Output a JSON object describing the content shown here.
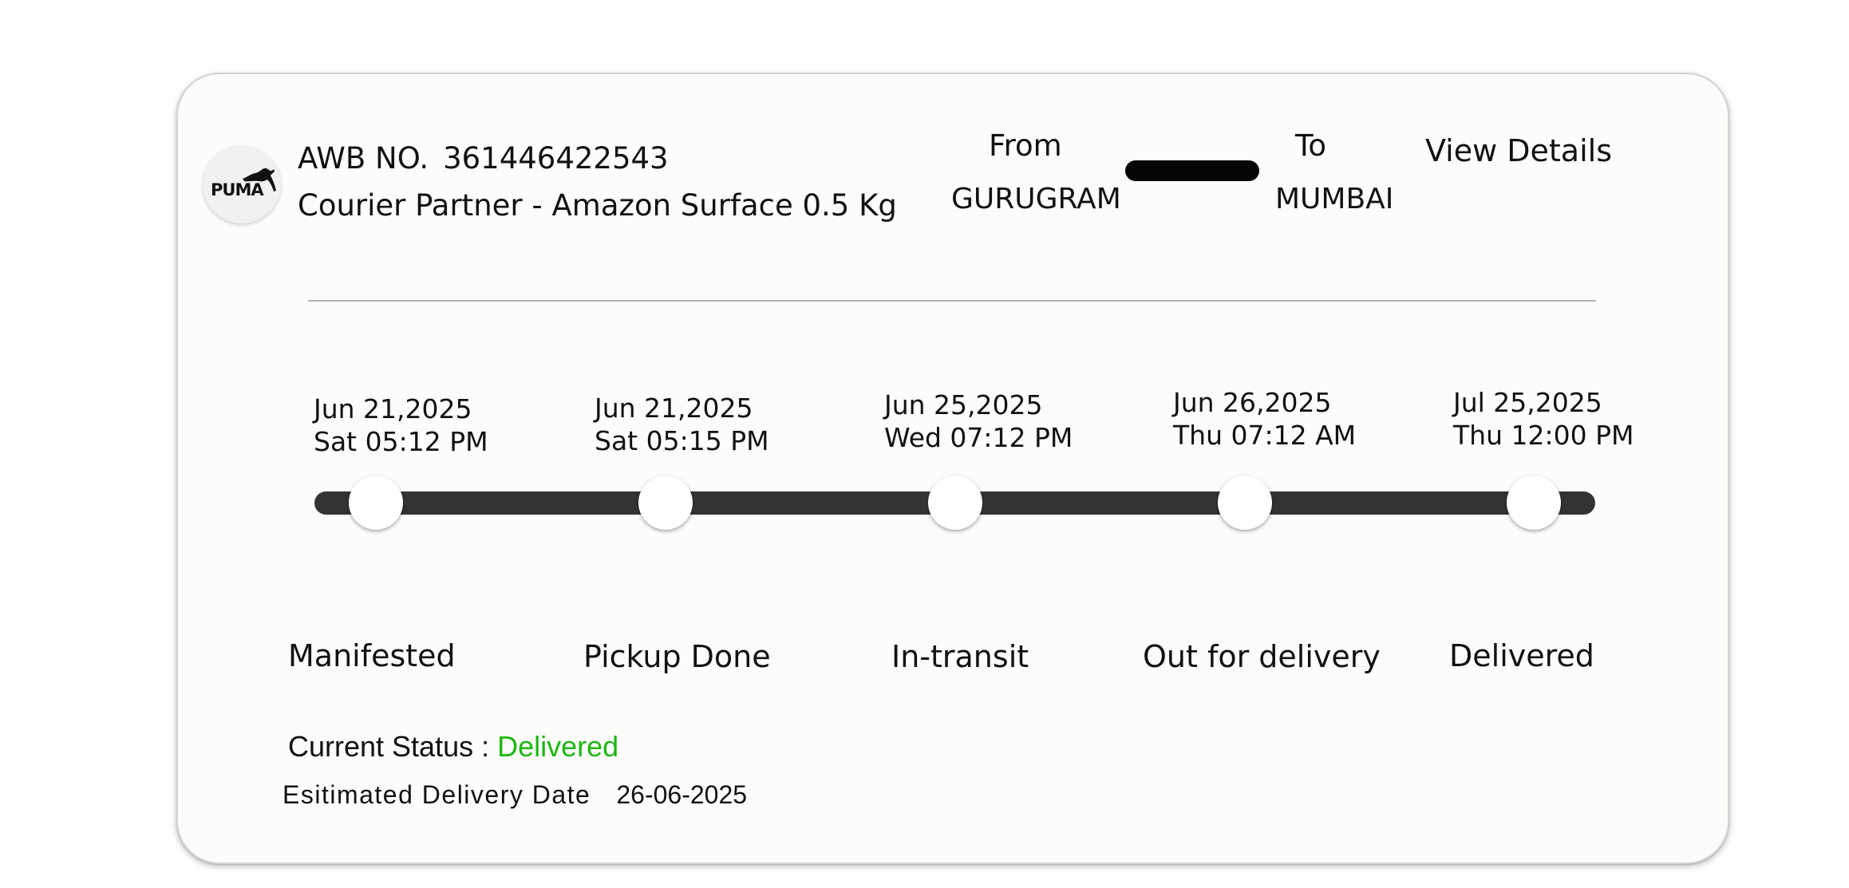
{
  "brand": {
    "logo_text": "PUMA",
    "logo_icon": "puma-cat-icon"
  },
  "shipment": {
    "awb_label": "AWB NO.",
    "awb_number": "361446422543",
    "courier": "Courier Partner - Amazon Surface 0.5 Kg"
  },
  "route": {
    "from_label": "From",
    "from_city": "GURUGRAM",
    "to_label": "To",
    "to_city": "MUMBAI"
  },
  "actions": {
    "view_details": "View Details"
  },
  "timeline": {
    "steps": [
      {
        "date": "Jun 21,2025",
        "time": "Sat 05:12 PM",
        "label": "Manifested"
      },
      {
        "date": "Jun 21,2025",
        "time": "Sat 05:15 PM",
        "label": "Pickup Done"
      },
      {
        "date": "Jun 25,2025",
        "time": "Wed 07:12 PM",
        "label": "In-transit"
      },
      {
        "date": "Jun 26,2025",
        "time": "Thu 07:12 AM",
        "label": "Out for delivery"
      },
      {
        "date": "Jul 25,2025",
        "time": "Thu 12:00 PM",
        "label": "Delivered"
      }
    ]
  },
  "status": {
    "label": "Current Status :",
    "value": "Delivered",
    "value_color": "#1db714"
  },
  "estimate": {
    "label": "Esitimated Delivery Date",
    "value": "26-06-2025"
  },
  "colors": {
    "track": "#333333",
    "card_background": "#fcfcfa",
    "route_bar": "#050505"
  }
}
